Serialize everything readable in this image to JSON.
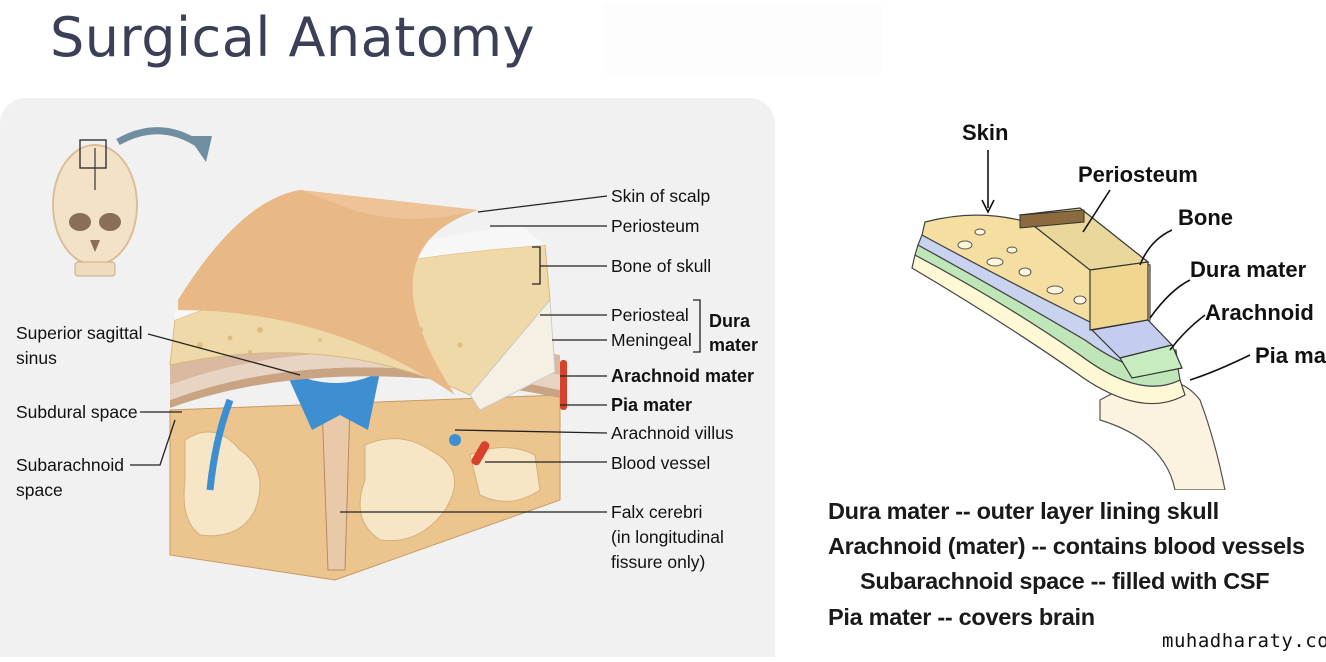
{
  "title": "Surgical Anatomy",
  "left_figure": {
    "labels_right": {
      "skin_of_scalp": "Skin of scalp",
      "periosteum": "Periosteum",
      "bone_of_skull": "Bone of skull",
      "periosteal": "Periosteal",
      "meningeal": "Meningeal",
      "dura": "Dura",
      "mater": "mater",
      "arachnoid_mater": "Arachnoid mater",
      "pia_mater": "Pia mater",
      "arachnoid_villus": "Arachnoid villus",
      "blood_vessel": "Blood vessel",
      "falx_line1": "Falx cerebri",
      "falx_line2": "(in longitudinal",
      "falx_line3": "fissure only)"
    },
    "labels_left": {
      "superior_sagittal_line1": "Superior sagittal",
      "superior_sagittal_line2": "sinus",
      "subdural_space": "Subdural space",
      "subarachnoid_line1": "Subarachnoid",
      "subarachnoid_line2": "space"
    }
  },
  "right_figure": {
    "labels": {
      "skin": "Skin",
      "periosteum": "Periosteum",
      "bone": "Bone",
      "dura_mater": "Dura mater",
      "arachnoid": "Arachnoid",
      "pia_mater": "Pia ma"
    },
    "caption": {
      "line1": "Dura mater -- outer layer lining skull",
      "line2": "Arachnoid (mater) -- contains blood vessels",
      "line3": "Subarachnoid space -- filled with CSF",
      "line4": "Pia mater -- covers brain"
    }
  },
  "watermark": "muhadharaty.com",
  "colors": {
    "title": "#3b3f57",
    "scalp": "#e8b887",
    "bone": "#f0d9a8",
    "dura": "#c9d3ef",
    "arachnoid": "#b6e6b0",
    "venous_blue": "#3d8fd1",
    "vessel_red": "#d6422b"
  }
}
